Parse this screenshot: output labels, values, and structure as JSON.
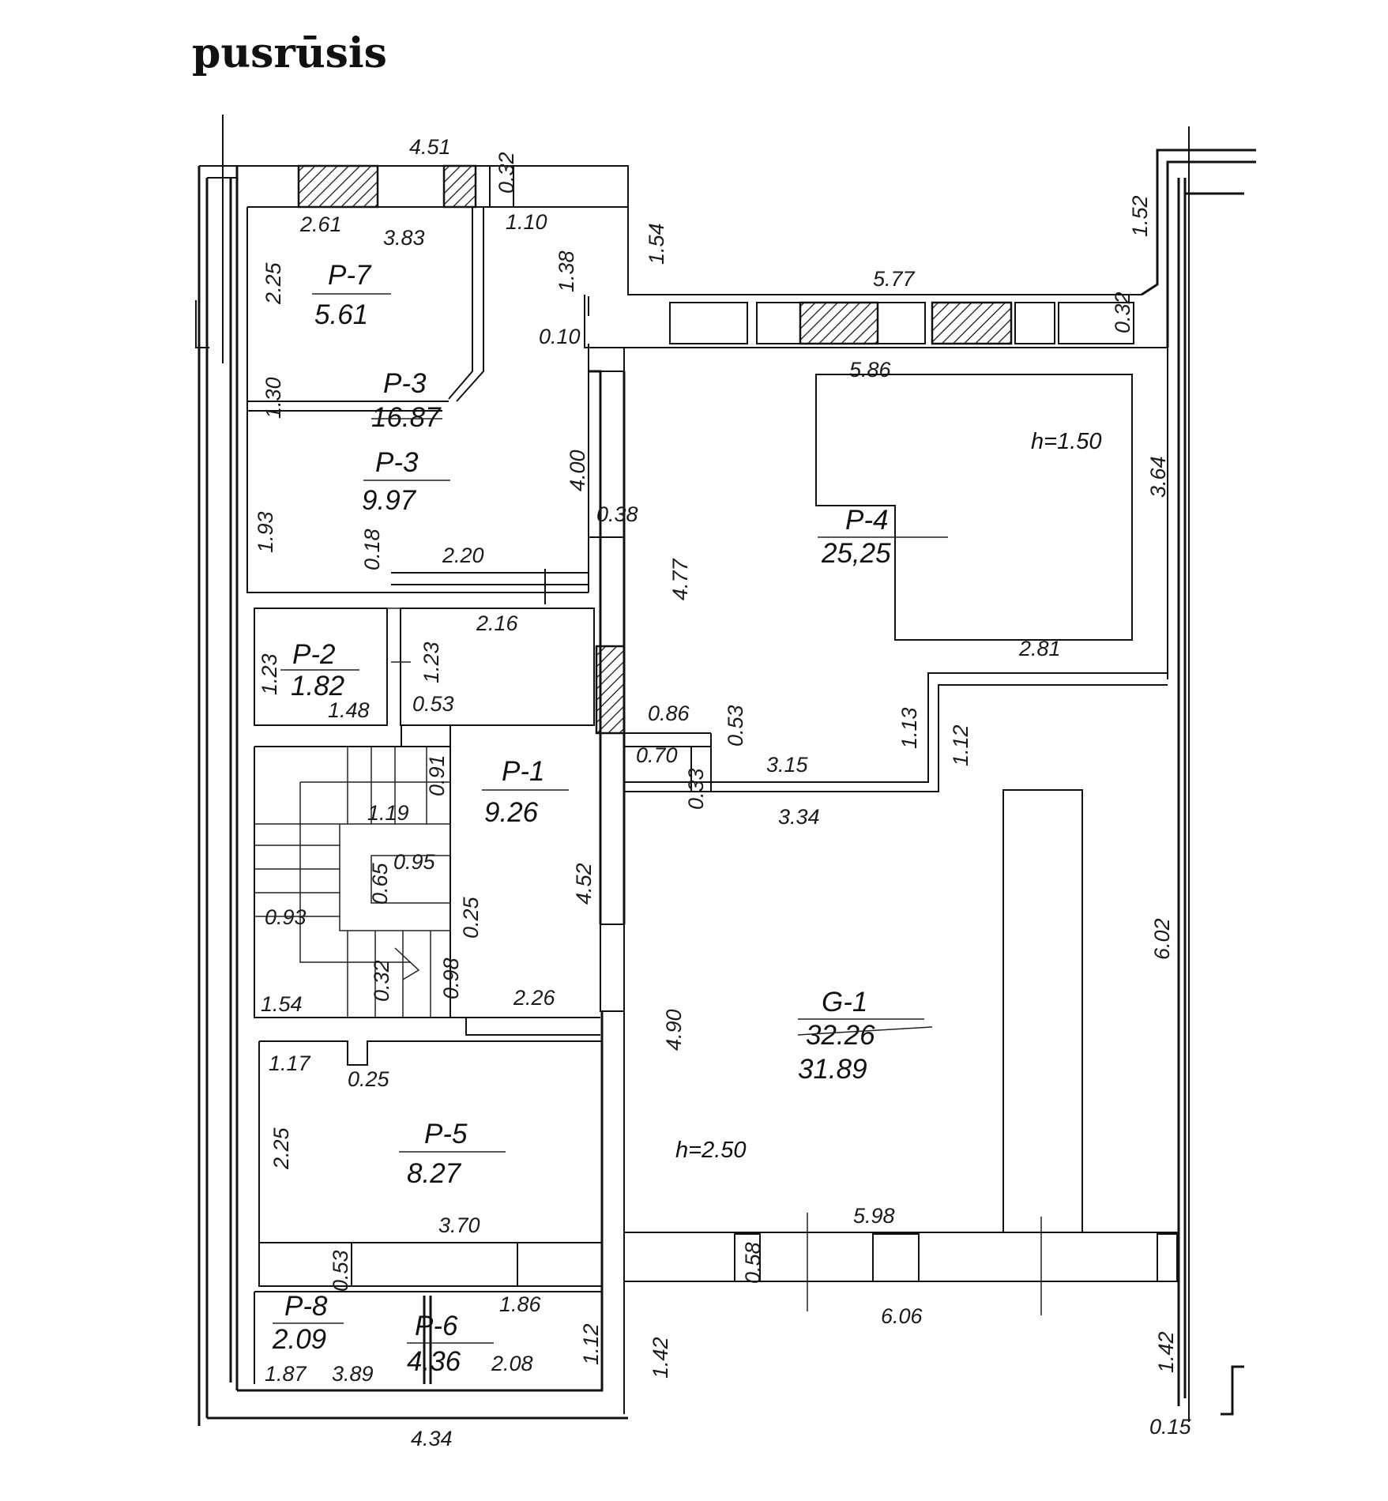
{
  "title": "pusrūsis",
  "rooms": [
    {
      "id": "P-7",
      "area": "5.61"
    },
    {
      "id": "P-3",
      "area": "9.97"
    },
    {
      "id": "P-3",
      "area": "16.87"
    },
    {
      "id": "P-4",
      "area": "25,25"
    },
    {
      "id": "P-2",
      "area": "1.82"
    },
    {
      "id": "P-1",
      "area": "9.26"
    },
    {
      "id": "G-1",
      "area": "32.26",
      "area_corrected": "31.89"
    },
    {
      "id": "P-5",
      "area": "8.27"
    },
    {
      "id": "P-8",
      "area": "2.09"
    },
    {
      "id": "P-6",
      "area": "4.36"
    }
  ],
  "heights": {
    "p4": "h=1.50",
    "g1": "h=2.50"
  },
  "dims": {
    "top_4_51": "4.51",
    "w_2_61": "2.61",
    "w_3_83": "3.83",
    "w_1_10": "1.10",
    "v_0_32a": "0.32",
    "v_1_54": "1.54",
    "v_1_38": "1.38",
    "v_1_52": "1.52",
    "v_2_25a": "2.25",
    "v_1_30": "1.30",
    "w_0_10": "0.10",
    "v_4_00": "4.00",
    "v_1_93": "1.93",
    "v_0_18": "0.18",
    "w_2_20": "2.20",
    "w_0_38": "0.38",
    "w_5_77": "5.77",
    "v_0_32b": "0.32",
    "w_5_86": "5.86",
    "v_3_64": "3.64",
    "v_4_77": "4.77",
    "w_2_81": "2.81",
    "w_2_16": "2.16",
    "v_1_23a": "1.23",
    "v_1_23b": "1.23",
    "w_1_48": "1.48",
    "w_0_53a": "0.53",
    "w_0_86": "0.86",
    "v_0_53b": "0.53",
    "w_0_70": "0.70",
    "v_0_33": "0.33",
    "w_3_15": "3.15",
    "v_1_13": "1.13",
    "v_1_12a": "1.12",
    "w_3_34": "3.34",
    "v_0_91": "0.91",
    "w_1_19": "1.19",
    "v_0_65": "0.65",
    "w_0_95": "0.95",
    "w_0_93": "0.93",
    "v_0_25a": "0.25",
    "v_4_52": "4.52",
    "v_0_98": "0.98",
    "v_0_32c": "0.32",
    "w_1_54": "1.54",
    "w_2_26": "2.26",
    "v_6_02": "6.02",
    "v_4_90": "4.90",
    "w_1_17": "1.17",
    "w_0_25b": "0.25",
    "v_2_25b": "2.25",
    "w_3_70": "3.70",
    "v_0_58": "0.58",
    "w_5_98": "5.98",
    "v_0_53c": "0.53",
    "w_1_86": "1.86",
    "v_1_12b": "1.12",
    "v_1_42a": "1.42",
    "w_6_06": "6.06",
    "v_1_42b": "1.42",
    "w_1_87": "1.87",
    "w_3_89": "3.89",
    "w_2_08": "2.08",
    "w_0_15": "0.15",
    "bot_4_34": "4.34"
  }
}
